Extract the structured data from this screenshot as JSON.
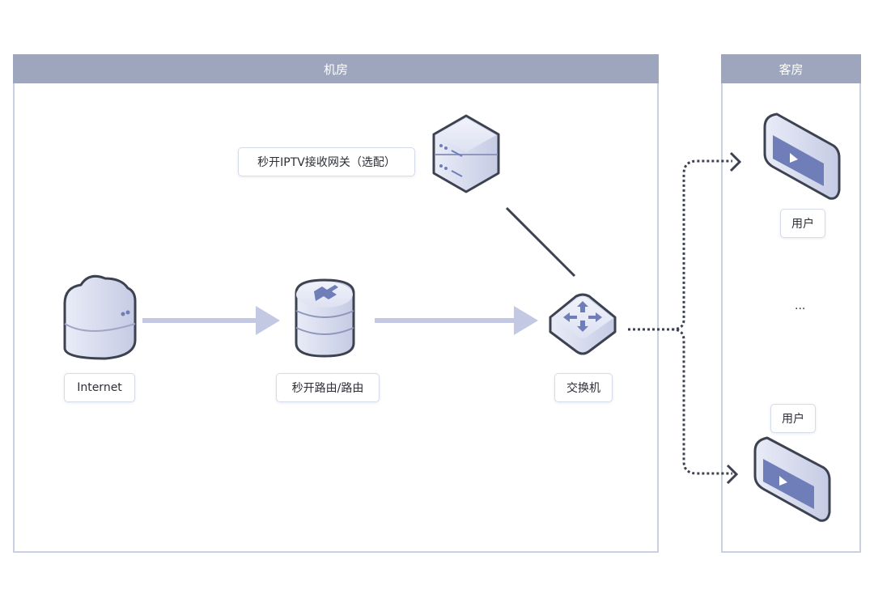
{
  "zones": {
    "machine_room": {
      "title": "机房"
    },
    "guest_room": {
      "title": "客房"
    }
  },
  "nodes": {
    "internet": {
      "label": "Internet",
      "icon": "cloud-server-icon"
    },
    "router": {
      "label": "秒开路由/路由",
      "icon": "router-icon"
    },
    "gateway": {
      "label": "秒开IPTV接收网关（选配）",
      "icon": "server-gateway-icon"
    },
    "switch": {
      "label": "交换机",
      "icon": "switch-icon"
    },
    "user_top": {
      "label": "用户",
      "icon": "tv-icon"
    },
    "user_bottom": {
      "label": "用户",
      "icon": "tv-icon"
    },
    "ellipsis": "..."
  },
  "colors": {
    "header": "#9ea6bd",
    "border": "#c9d0e2",
    "arrow": "#c3c9e3",
    "dark_line": "#3d4250",
    "icon_face": "#dde1f1",
    "icon_accent": "#6f7db8"
  }
}
